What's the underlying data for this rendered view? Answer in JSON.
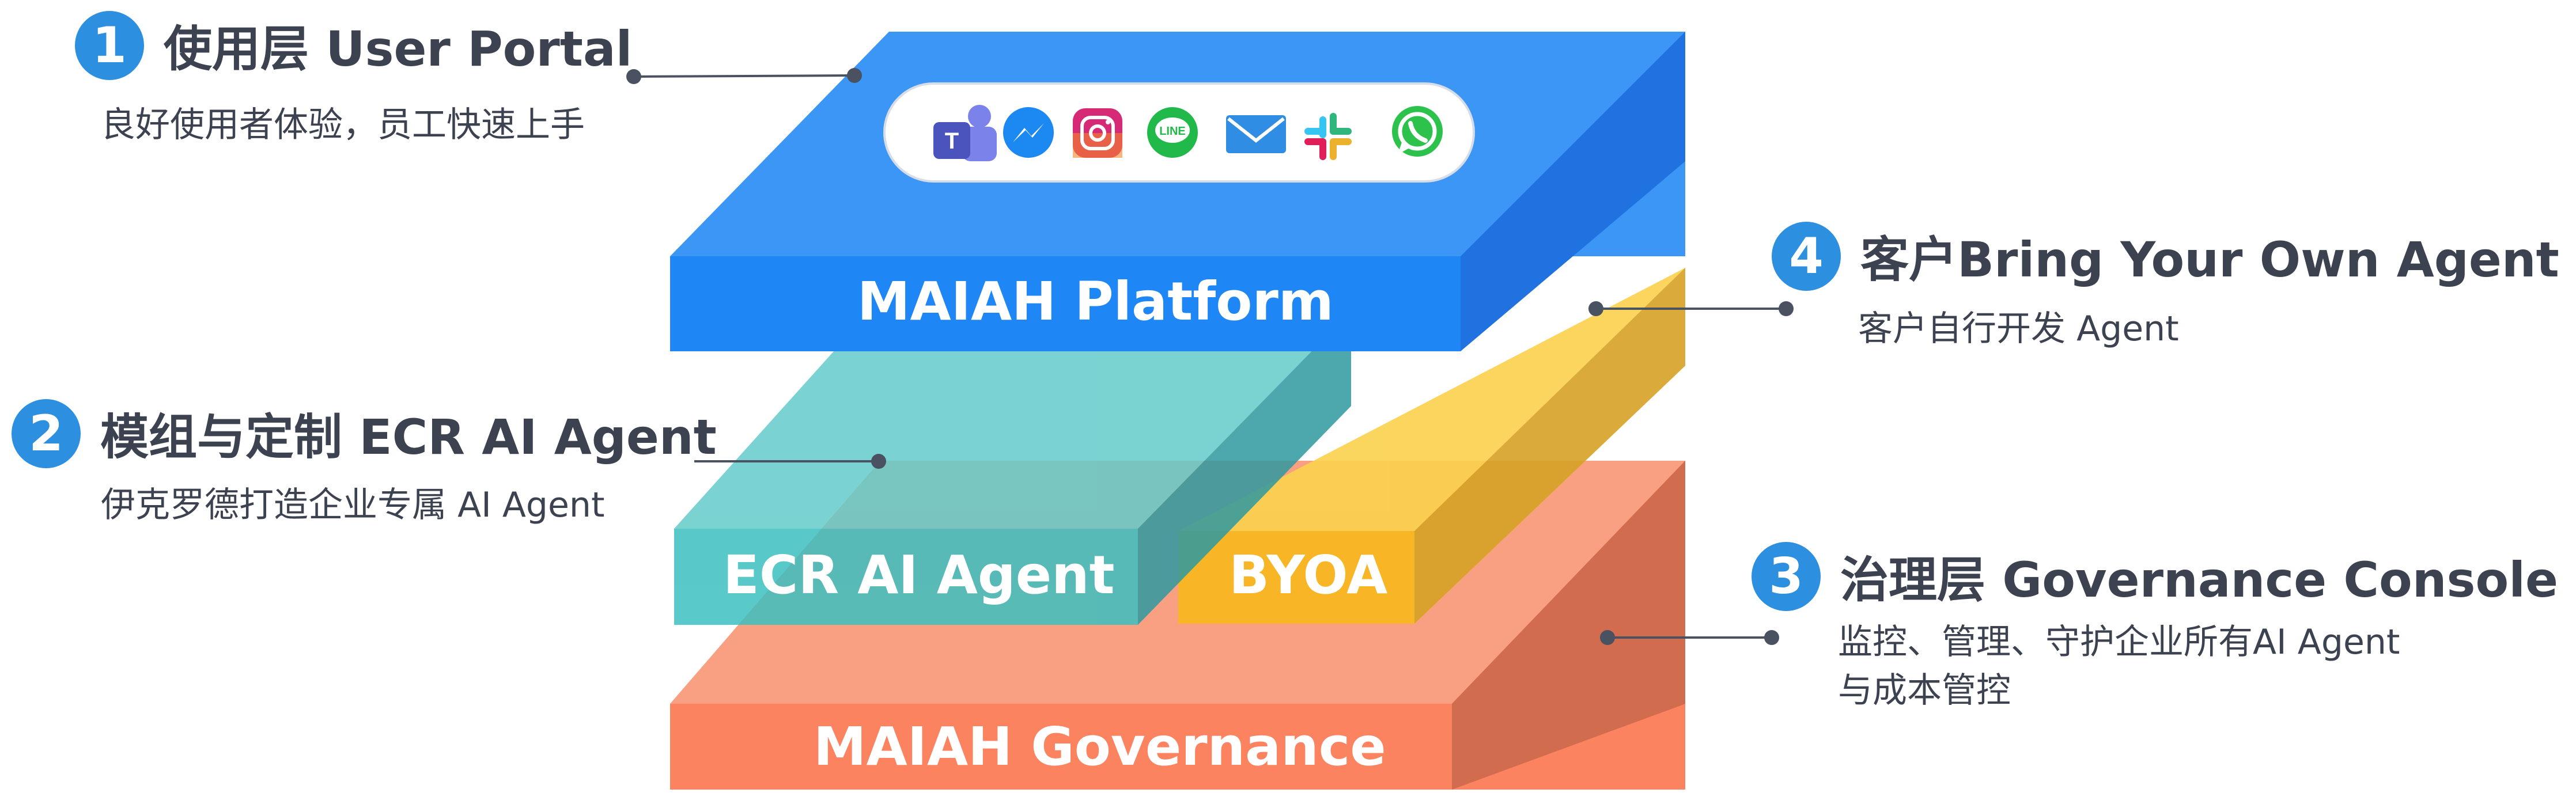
{
  "layers": {
    "platform": {
      "label": "MAIAH Platform",
      "color": "#1f86f5"
    },
    "ecr": {
      "label": "ECR AI Agent",
      "color": "#48c2c4"
    },
    "byoa": {
      "label": "BYOA",
      "color": "#f8b81c"
    },
    "governance": {
      "label": "MAIAH Governance",
      "color": "#fb8360"
    }
  },
  "app_icons": [
    "teams-icon",
    "messenger-icon",
    "instagram-icon",
    "line-icon",
    "mail-icon",
    "slack-icon",
    "whatsapp-icon"
  ],
  "callouts": {
    "c1": {
      "number": "1",
      "title": "使用层 User Portal",
      "desc": [
        "良好使用者体验，员工快速上手"
      ]
    },
    "c2": {
      "number": "2",
      "title": "模组与定制 ECR AI Agent",
      "desc": [
        "伊克罗德打造企业专属 AI Agent"
      ]
    },
    "c3": {
      "number": "3",
      "title": "治理层 Governance Console",
      "desc": [
        "监控、管理、守护企业所有AI Agent",
        "与成本管控"
      ]
    },
    "c4": {
      "number": "4",
      "title": "客户Bring Your Own Agent",
      "desc": [
        "客户自行开发 Agent"
      ]
    }
  },
  "line_icon_text": "LINE"
}
